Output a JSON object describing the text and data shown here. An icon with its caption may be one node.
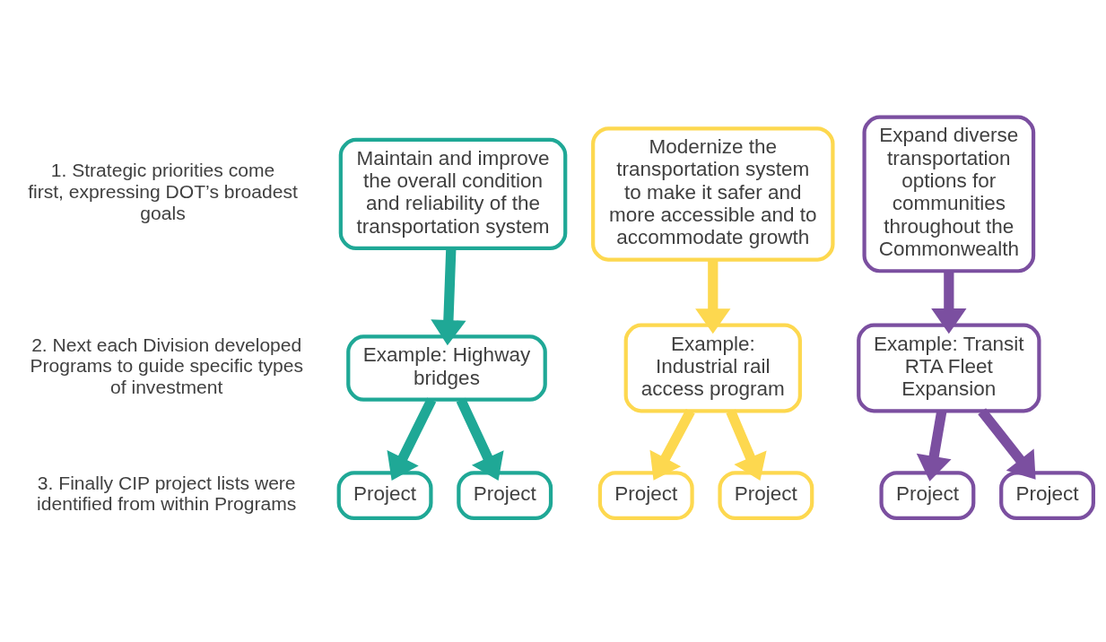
{
  "diagram": {
    "nodes": [
      {
        "text": [
          "Maintain and improve the overall condition and reliability of the transportation system"
        ]
      },
      {
        "text": [
          "Modernize the transportation system to make it safer and more accessible and to accommodate growth"
        ]
      },
      {
        "text": [
          "Expand diverse transportation options for communities throughout the Commonwealth"
        ]
      },
      {
        "text": [
          "Example: Highway bridges"
        ]
      },
      {
        "text": [
          "Example: Industrial rail access program"
        ]
      },
      {
        "text": [
          "Example: Transit RTA Fleet Expansion"
        ]
      },
      {
        "text": [
          "Project"
        ]
      },
      {
        "text": [
          "Project"
        ]
      },
      {
        "text": [
          "Project"
        ]
      },
      {
        "text": [
          "Project"
        ]
      },
      {
        "text": [
          "Project"
        ]
      },
      {
        "text": [
          "Project"
        ]
      }
    ],
    "edges": [
      {
        "from": 0,
        "to": 3,
        "arrow": "to",
        "color": "#1fa896"
      },
      {
        "from": 3,
        "to": 6,
        "arrow": "to",
        "color": "#1fa896"
      },
      {
        "from": 3,
        "to": 7,
        "arrow": "to",
        "color": "#1fa896"
      },
      {
        "from": 1,
        "to": 4,
        "arrow": "to",
        "color": "#fdd84f"
      },
      {
        "from": 4,
        "to": 8,
        "arrow": "to",
        "color": "#fdd84f"
      },
      {
        "from": 4,
        "to": 9,
        "arrow": "to",
        "color": "#fdd84f"
      },
      {
        "from": 2,
        "to": 5,
        "arrow": "to",
        "color": "#7b4fa0"
      },
      {
        "from": 5,
        "to": 10,
        "arrow": "to",
        "color": "#7b4fa0"
      },
      {
        "from": 5,
        "to": 11,
        "arrow": "to",
        "color": "#7b4fa0"
      }
    ],
    "labels": [
      "1. Strategic priorities come first, expressing DOT’s broadest goals",
      "2. Next each Division developed Programs to guide specific types of investment",
      "3. Finally CIP project lists were identified from within Programs"
    ]
  }
}
